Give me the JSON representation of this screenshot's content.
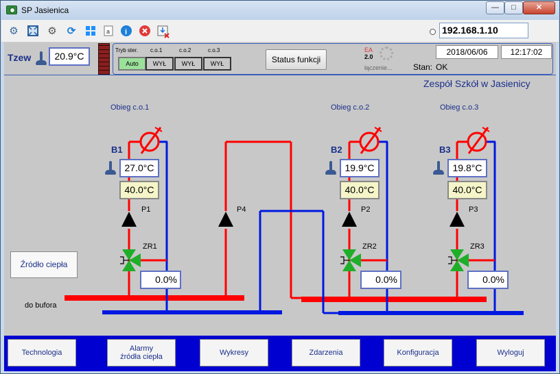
{
  "window": {
    "title": "SP Jasienica",
    "minimize": "—",
    "maximize": "□",
    "close": "✕"
  },
  "toolbar": {
    "icons": [
      "network-icon",
      "fullscreen-icon",
      "gear-icon",
      "refresh-icon",
      "windows-icon",
      "text-file-icon",
      "info-icon",
      "stop-icon",
      "download-icon"
    ],
    "ip_address": "192.168.1.10"
  },
  "header": {
    "tzew_label": "Tzew",
    "tzew_value": "20.9°C",
    "mode_header": "Tryb ster.",
    "circuits": [
      {
        "label": "c.o.1",
        "state": "WYŁ"
      },
      {
        "label": "c.o.2",
        "state": "WYŁ"
      },
      {
        "label": "c.o.3",
        "state": "WYŁ"
      }
    ],
    "mode_value": "Auto",
    "status_button": "Status funkcji",
    "ea_line1": "EA",
    "ea_line2": "2.0",
    "connecting": "łączenie...",
    "date": "2018/06/06",
    "time": "12:17:02",
    "stan_label": "Stan:",
    "stan_value": "OK"
  },
  "site_title": "Zespół Szkół w Jasienicy",
  "circuits": [
    {
      "title": "Obieg c.o.1",
      "boiler": "B1",
      "temp": "27.0°C",
      "setpoint": "40.0°C",
      "pump": "P1",
      "valve": "ZR1",
      "valve_pos": "0.0%"
    },
    {
      "title": "Obieg c.o.2",
      "boiler": "B2",
      "temp": "19.9°C",
      "setpoint": "40.0°C",
      "pump": "P2",
      "valve": "ZR2",
      "valve_pos": "0.0%"
    },
    {
      "title": "Obieg c.o.3",
      "boiler": "B3",
      "temp": "19.8°C",
      "setpoint": "40.0°C",
      "pump": "P3",
      "valve": "ZR3",
      "valve_pos": "0.0%"
    }
  ],
  "pump4": "P4",
  "source_button": "Źródło ciepła",
  "bufor_label": "do bufora",
  "nav": [
    "Technologia",
    "Alarmy\nźródła ciepła",
    "Wykresy",
    "Zdarzenia",
    "Konfiguracja",
    "Wyloguj"
  ],
  "colors": {
    "hot": "#ff0000",
    "cold": "#0018e0",
    "nav": "#0000d0",
    "valve": "#1fae2a"
  }
}
